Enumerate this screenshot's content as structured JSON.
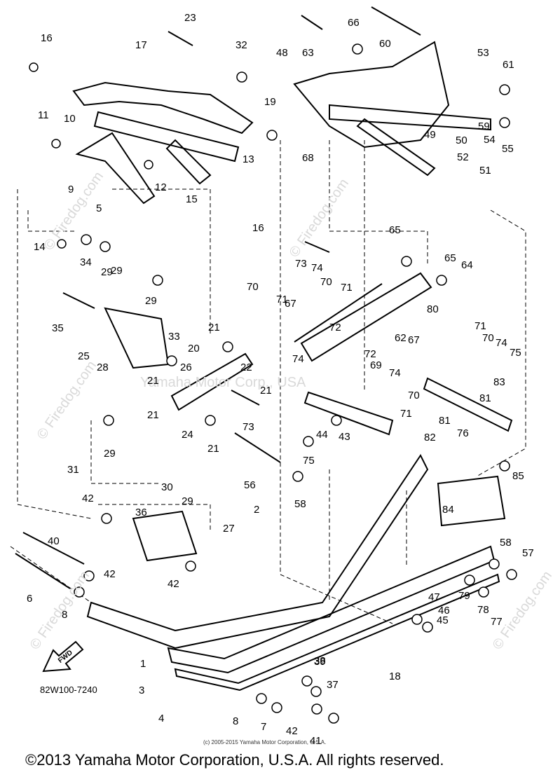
{
  "diagram": {
    "drawing_code": "82W100-7240",
    "fwd_label": "FWD",
    "watermark": "© Firedog.com",
    "watermark_center": "Yamaha Motor Corp., USA",
    "small_copyright": "(c) 2005-2015 Yamaha Motor Corporation, U.S.A.",
    "copyright": "©2013 Yamaha Motor Corporation, U.S.A. All rights reserved.",
    "callouts": [
      "1",
      "2",
      "3",
      "4",
      "5",
      "6",
      "7",
      "8",
      "8",
      "9",
      "10",
      "11",
      "12",
      "13",
      "14",
      "15",
      "16",
      "16",
      "17",
      "18",
      "19",
      "20",
      "21",
      "21",
      "21",
      "21",
      "21",
      "22",
      "23",
      "24",
      "25",
      "26",
      "27",
      "28",
      "29",
      "29",
      "29",
      "29",
      "29",
      "30",
      "31",
      "32",
      "33",
      "34",
      "35",
      "36",
      "37",
      "38",
      "39",
      "40",
      "41",
      "42",
      "42",
      "42",
      "42",
      "43",
      "44",
      "45",
      "46",
      "47",
      "48",
      "49",
      "50",
      "51",
      "52",
      "53",
      "54",
      "55",
      "56",
      "57",
      "58",
      "58",
      "59",
      "60",
      "61",
      "62",
      "63",
      "64",
      "65",
      "65",
      "66",
      "67",
      "67",
      "68",
      "69",
      "70",
      "70",
      "70",
      "70",
      "71",
      "71",
      "71",
      "71",
      "72",
      "72",
      "73",
      "73",
      "74",
      "74",
      "74",
      "74",
      "75",
      "75",
      "76",
      "77",
      "78",
      "79",
      "80",
      "81",
      "81",
      "82",
      "83",
      "84",
      "85"
    ]
  }
}
